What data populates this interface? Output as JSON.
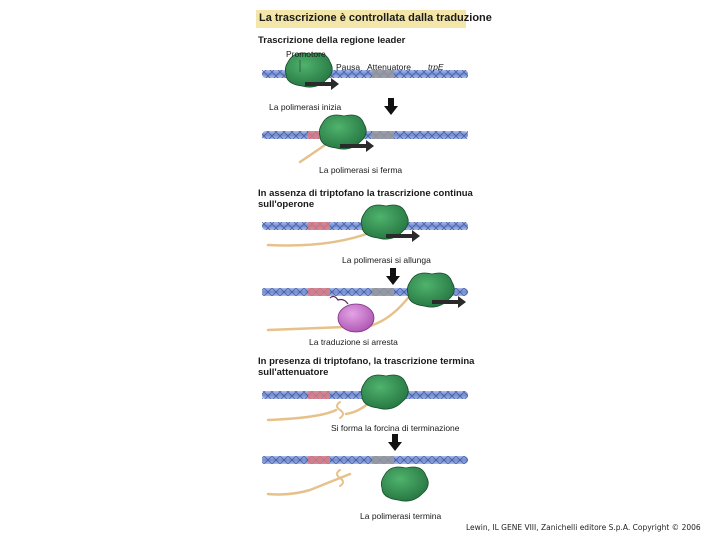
{
  "title": "La trascrizione è controllata dalla traduzione",
  "sections": {
    "leader": "Trascrizione della regione leader",
    "absent_line1": "In assenza di triptofano la trascrizione continua",
    "absent_line2": "sull'operone",
    "present_line1": "In presenza di triptofano, la trascrizione termina",
    "present_line2": "sull'attenuatore"
  },
  "labels": {
    "promotore": "Promotore",
    "pausa": "Pausa",
    "attenuatore": "Attenuatore",
    "trpE": "trpE",
    "polimerasi_inizia": "La polimerasi inizia",
    "polimerasi_ferma": "La polimerasi si ferma",
    "polimerasi_allunga": "La polimerasi si allunga",
    "traduzione_arresta": "La traduzione si arresta",
    "forcina": "Si forma la forcina di terminazione",
    "polimerasi_termina": "La polimerasi termina"
  },
  "copyright": "Lewin, IL GENE VIII, Zanichelli editore S.p.A. Copyright © 2006",
  "colors": {
    "dna": "#7b95d6",
    "dna_dark": "#3d4f8f",
    "pause_region": "#e87a7a",
    "attenuator_region": "#9a9a9a",
    "polymerase": "#2e8b4e",
    "rna": "#e6c28a",
    "ribosome": "#c466c9",
    "arrow": "#2a2a2a",
    "title_bg": "#f3e6a8"
  }
}
